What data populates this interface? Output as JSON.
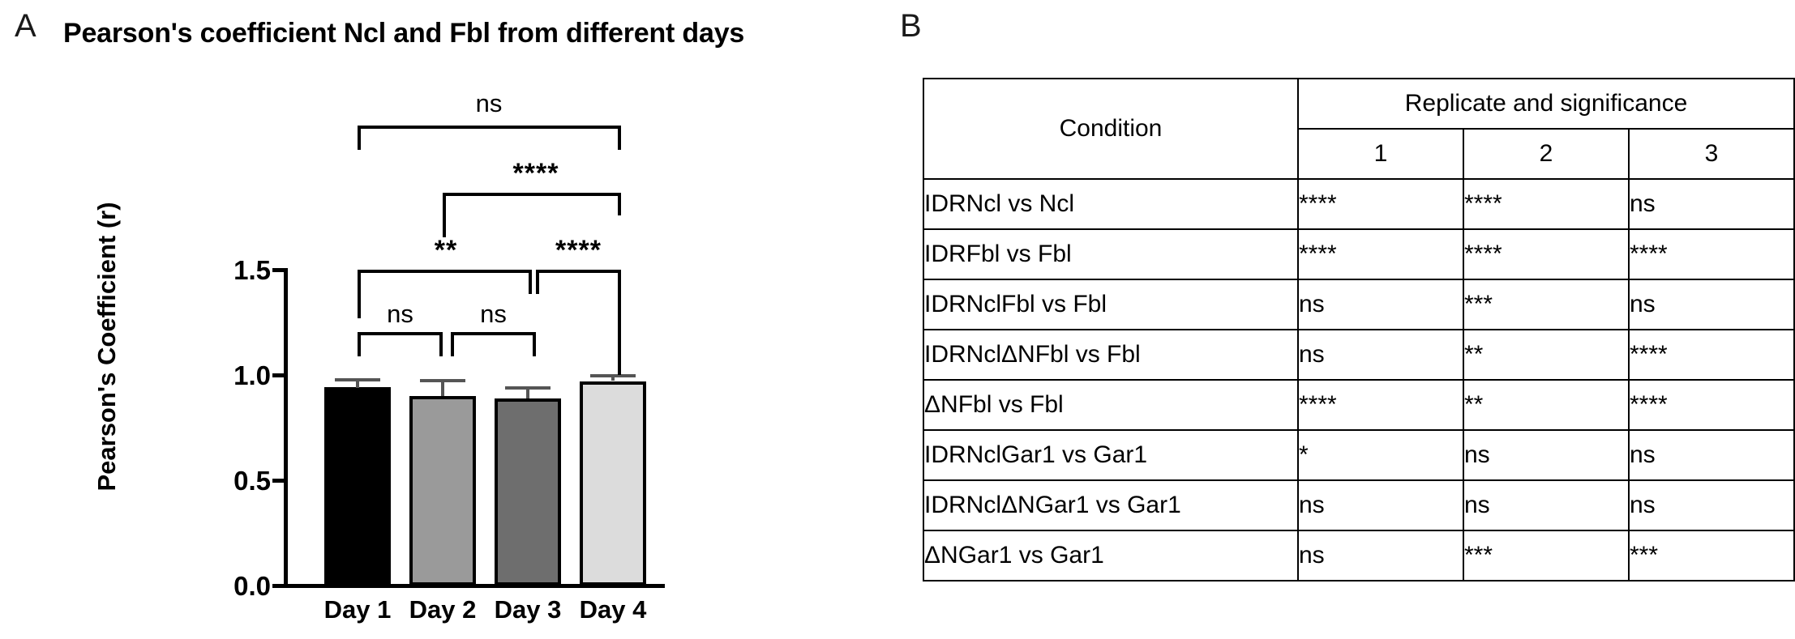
{
  "panels": {
    "a_letter": "A",
    "b_letter": "B"
  },
  "chart_data": {
    "type": "bar",
    "title": "Pearson's coefficient Ncl and Fbl from different days",
    "xlabel": "",
    "ylabel": "Pearson's Coefficient (r)",
    "categories": [
      "Day 1",
      "Day 2",
      "Day 3",
      "Day 4"
    ],
    "values": [
      0.94,
      0.9,
      0.89,
      0.97
    ],
    "errors": [
      0.02,
      0.08,
      0.04,
      0.01
    ],
    "bar_colors": [
      "#000000",
      "#9a9a9a",
      "#6e6e6e",
      "#dcdcdc"
    ],
    "ylim": [
      0.0,
      1.5
    ],
    "yticks": [
      "0.0",
      "0.5",
      "1.0",
      "1.5"
    ],
    "ytick_values": [
      0.0,
      0.5,
      1.0,
      1.5
    ],
    "grid": false,
    "legend": "none",
    "annotations": [
      {
        "label": "ns",
        "from": "Day 1",
        "to": "Day 2"
      },
      {
        "label": "ns",
        "from": "Day 2",
        "to": "Day 3"
      },
      {
        "label": "**",
        "from": "Day 1",
        "to": "Day 3"
      },
      {
        "label": "****",
        "from": "Day 3",
        "to": "Day 4"
      },
      {
        "label": "****",
        "from": "Day 2",
        "to": "Day 4"
      },
      {
        "label": "ns",
        "from": "Day 1",
        "to": "Day 4"
      }
    ]
  },
  "table": {
    "header": {
      "condition": "Condition",
      "replicate_group": "Replicate and significance",
      "replicates": [
        "1",
        "2",
        "3"
      ]
    },
    "rows": [
      {
        "condition": "IDRNcl vs Ncl",
        "sig": [
          "****",
          "****",
          "ns"
        ]
      },
      {
        "condition": "IDRFbl vs Fbl",
        "sig": [
          "****",
          "****",
          "****"
        ]
      },
      {
        "condition": "IDRNclFbl vs Fbl",
        "sig": [
          "ns",
          "***",
          "ns"
        ]
      },
      {
        "condition": "IDRNclΔNFbl vs Fbl",
        "sig": [
          "ns",
          "**",
          "****"
        ]
      },
      {
        "condition": "ΔNFbl vs Fbl",
        "sig": [
          "****",
          "**",
          "****"
        ]
      },
      {
        "condition": "IDRNclGar1 vs Gar1",
        "sig": [
          "*",
          "ns",
          "ns"
        ]
      },
      {
        "condition": "IDRNclΔNGar1 vs Gar1",
        "sig": [
          "ns",
          "ns",
          "ns"
        ]
      },
      {
        "condition": "ΔNGar1 vs Gar1",
        "sig": [
          "ns",
          "***",
          "***"
        ]
      }
    ]
  }
}
